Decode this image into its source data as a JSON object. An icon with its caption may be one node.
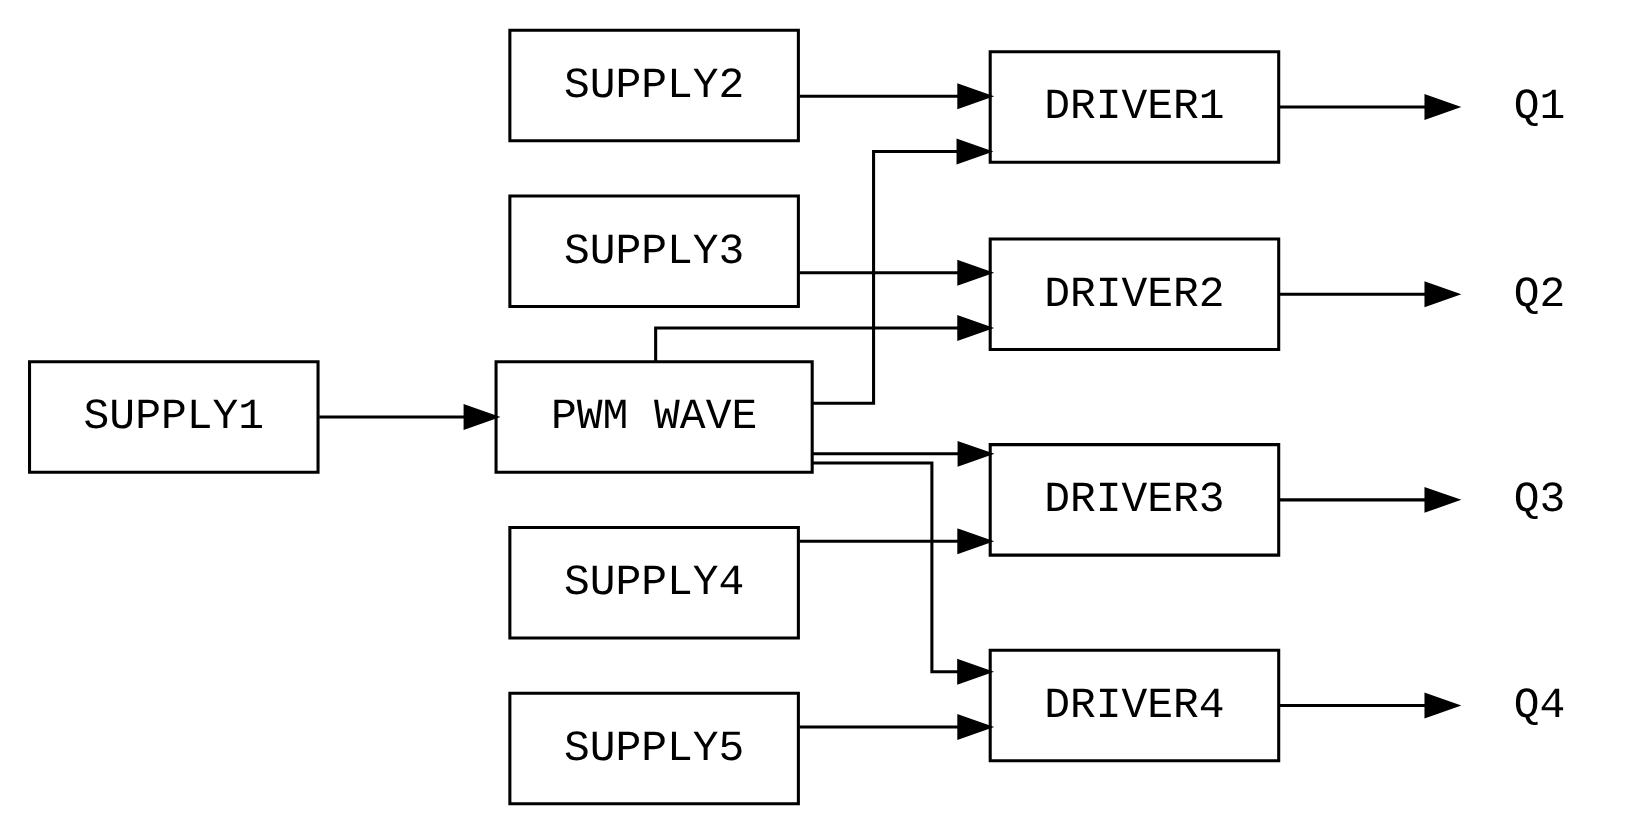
{
  "diagram": {
    "nodes": [
      {
        "text": [
          "SUPPLY1"
        ]
      },
      {
        "text": [
          "PWM WAVE"
        ]
      },
      {
        "text": [
          "SUPPLY2"
        ]
      },
      {
        "text": [
          "DRIVER1"
        ]
      },
      {
        "text": [
          "SUPPLY3"
        ]
      },
      {
        "text": [
          "DRIVER2"
        ]
      },
      {
        "text": [
          "SUPPLY4"
        ]
      },
      {
        "text": [
          "DRIVER3"
        ]
      },
      {
        "text": [
          "SUPPLY5"
        ]
      },
      {
        "text": [
          "DRIVER4"
        ]
      },
      {
        "text": [
          "Q1"
        ]
      },
      {
        "text": [
          "Q2"
        ]
      },
      {
        "text": [
          "Q3"
        ]
      },
      {
        "text": [
          "Q4"
        ]
      }
    ],
    "edges": [
      {
        "from": 0,
        "to": 1,
        "arrow": "to"
      },
      {
        "from": 2,
        "to": 3,
        "arrow": "to"
      },
      {
        "from": 1,
        "to": 3,
        "arrow": "to"
      },
      {
        "from": 4,
        "to": 5,
        "arrow": "to"
      },
      {
        "from": 1,
        "to": 5,
        "arrow": "to"
      },
      {
        "from": 1,
        "to": 7,
        "arrow": "to"
      },
      {
        "from": 6,
        "to": 7,
        "arrow": "to"
      },
      {
        "from": 1,
        "to": 9,
        "arrow": "to"
      },
      {
        "from": 8,
        "to": 9,
        "arrow": "to"
      },
      {
        "from": 3,
        "to": 10,
        "arrow": "to"
      },
      {
        "from": 5,
        "to": 11,
        "arrow": "to"
      },
      {
        "from": 7,
        "to": 12,
        "arrow": "to"
      },
      {
        "from": 9,
        "to": 13,
        "arrow": "to"
      }
    ]
  }
}
